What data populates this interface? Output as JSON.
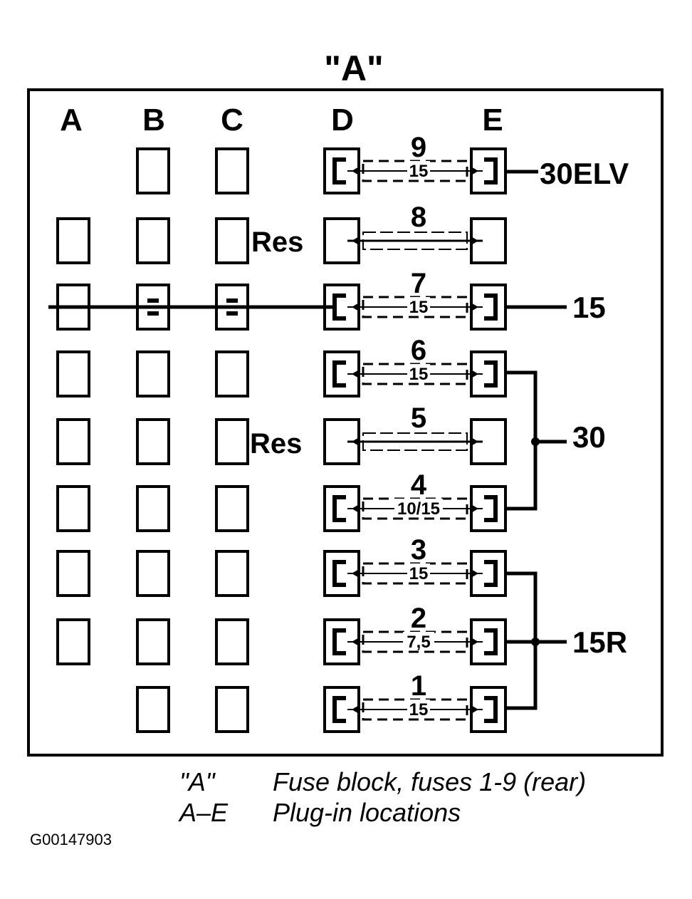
{
  "title": "\"A\"",
  "columns": [
    "A",
    "B",
    "C",
    "D",
    "E"
  ],
  "fuses": [
    {
      "number": "9",
      "rating": "15"
    },
    {
      "number": "8",
      "rating": ""
    },
    {
      "number": "7",
      "rating": "15"
    },
    {
      "number": "6",
      "rating": "15"
    },
    {
      "number": "5",
      "rating": ""
    },
    {
      "number": "4",
      "rating": "10/15"
    },
    {
      "number": "3",
      "rating": "15"
    },
    {
      "number": "2",
      "rating": "7,5"
    },
    {
      "number": "1",
      "rating": "15"
    }
  ],
  "reserve_label": "Res",
  "terminals": {
    "t30elv": "30ELV",
    "t15": "15",
    "t30": "30",
    "t15r": "15R"
  },
  "legend": [
    {
      "key": "\"A\"",
      "text": "Fuse block, fuses 1-9 (rear)"
    },
    {
      "key": "A–E",
      "text": "Plug-in locations"
    }
  ],
  "figure_id": "G00147903"
}
